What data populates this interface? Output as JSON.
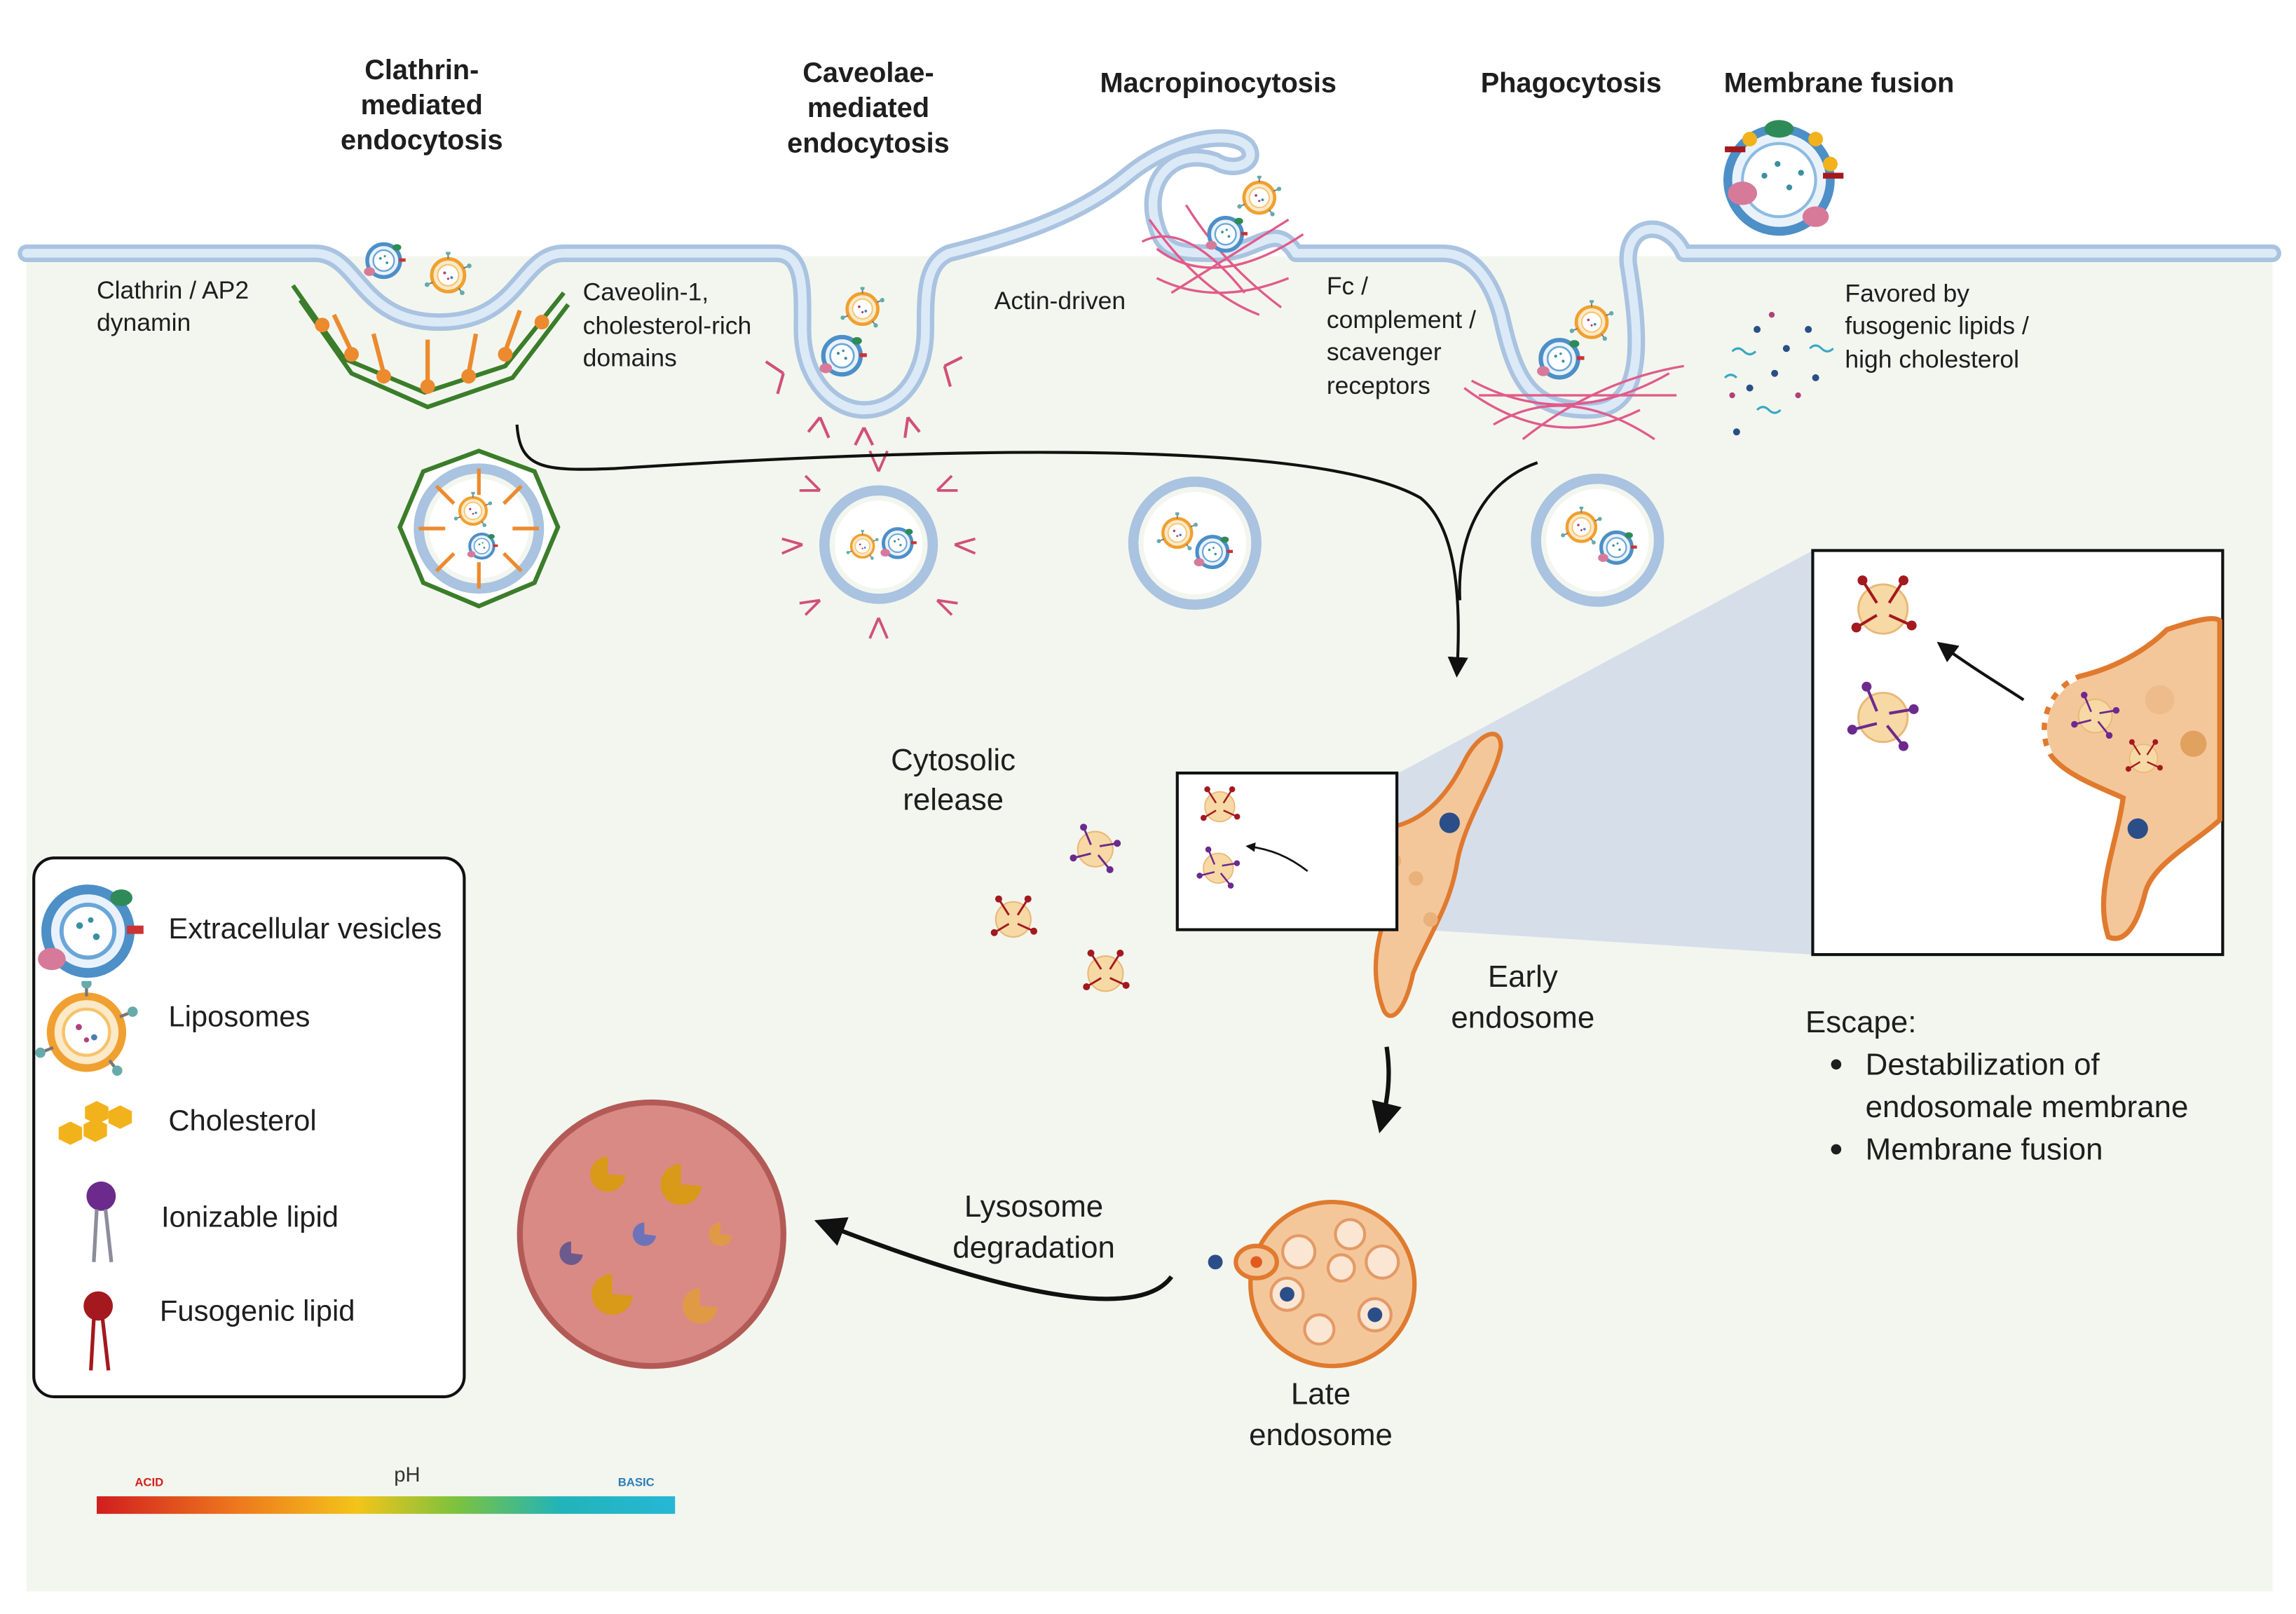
{
  "headers": {
    "clathrin": [
      "Clathrin-",
      "mediated",
      "endocytosis"
    ],
    "caveolae": [
      "Caveolae-",
      "mediated",
      "endocytosis"
    ],
    "macropinocytosis": "Macropinocytosis",
    "phagocytosis": "Phagocytosis",
    "membrane_fusion": "Membrane fusion"
  },
  "notes": {
    "clathrin": [
      "Clathrin / AP2",
      "dynamin"
    ],
    "caveolin": [
      "Caveolin-1,",
      "cholesterol-rich",
      "domains"
    ],
    "actin": "Actin-driven",
    "fc": [
      "Fc /",
      "complement /",
      "scavenger",
      "receptors"
    ],
    "favored": [
      "Favored by",
      "fusogenic lipids /",
      "high cholesterol"
    ]
  },
  "labels": {
    "cytosolic": [
      "Cytosolic",
      "release"
    ],
    "early": [
      "Early",
      "endosome"
    ],
    "late": [
      "Late",
      "endosome"
    ],
    "lysosome": [
      "Lysosome",
      "degradation"
    ]
  },
  "escape": {
    "title": "Escape:",
    "bullets": [
      [
        "Destabilization of",
        "endosomale membrane"
      ],
      [
        "Membrane fusion"
      ]
    ]
  },
  "legend": {
    "items": [
      {
        "label": "Extracellular vesicles",
        "icon": "extracellular-vesicle-icon"
      },
      {
        "label": "Liposomes",
        "icon": "liposome-icon"
      },
      {
        "label": "Cholesterol",
        "icon": "cholesterol-icon"
      },
      {
        "label": "Ionizable lipid",
        "icon": "ionizable-lipid-icon"
      },
      {
        "label": "Fusogenic lipid",
        "icon": "fusogenic-lipid-icon"
      }
    ]
  },
  "ph": {
    "title": "pH",
    "acid": "ACID",
    "basic": "BASIC"
  },
  "colors": {
    "background": "#f3f6ef",
    "membrane_fill": "#d5e4f4",
    "membrane_edge": "#a9c3e0",
    "endosome_fill": "#f4c79b",
    "endosome_edge": "#e07a2e",
    "lysosome_fill": "#d98a85",
    "clathrin_green": "#3b7d2a",
    "clathrin_orange": "#ec8a2e",
    "caveolin_pink": "#d1507a",
    "actin_pink": "#e05b8a",
    "fusogenic_red": "#a3191e",
    "ionizable_purple": "#6c2a8c",
    "cholesterol_yellow": "#f2b21b"
  }
}
